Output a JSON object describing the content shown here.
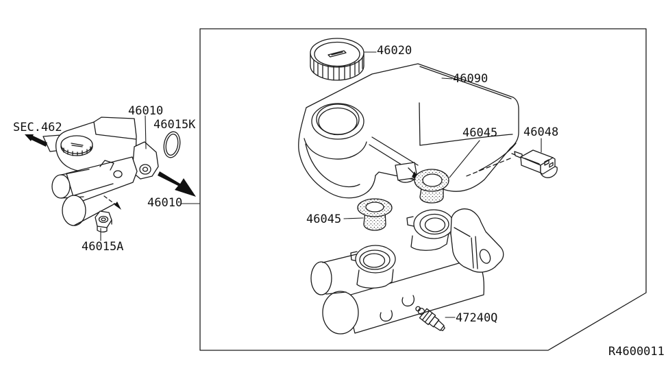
{
  "diagram": {
    "title": "Brake master cylinder exploded parts diagram",
    "section_label": "SEC.462",
    "drawing_number": "R4600011",
    "labels": [
      {
        "id": "sec-ref",
        "text": "SEC.462"
      },
      {
        "id": "part-46010-top",
        "text": "46010"
      },
      {
        "id": "part-46015K",
        "text": "46015K"
      },
      {
        "id": "part-46010-right",
        "text": "46010"
      },
      {
        "id": "part-46015A",
        "text": "46015A"
      },
      {
        "id": "part-46020",
        "text": "46020"
      },
      {
        "id": "part-46090",
        "text": "46090"
      },
      {
        "id": "part-46045-right",
        "text": "46045"
      },
      {
        "id": "part-46048",
        "text": "46048"
      },
      {
        "id": "part-46045-left",
        "text": "46045"
      },
      {
        "id": "part-47240Q",
        "text": "47240Q"
      },
      {
        "id": "drawing-ref",
        "text": "R4600011"
      }
    ],
    "colors": {
      "line": "#1a1a1a",
      "background": "#ffffff"
    }
  }
}
